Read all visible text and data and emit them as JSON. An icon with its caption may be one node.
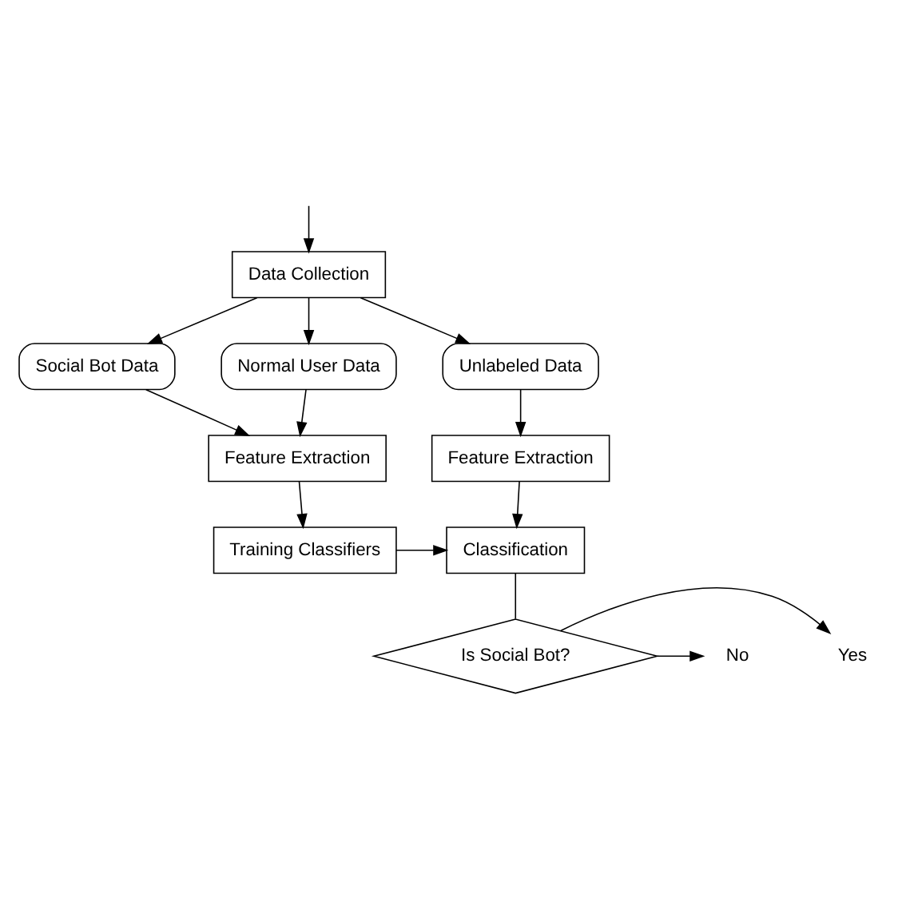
{
  "diagram": {
    "nodes": [
      {
        "text": [
          "Data Collection"
        ]
      },
      {
        "text": [
          "Social Bot Data"
        ]
      },
      {
        "text": [
          "Normal User Data"
        ]
      },
      {
        "text": [
          "Unlabeled Data"
        ]
      },
      {
        "text": [
          "Feature Extraction"
        ]
      },
      {
        "text": [
          "Training Classifiers"
        ]
      },
      {
        "text": [
          "Feature Extraction"
        ]
      },
      {
        "text": [
          "Classification"
        ]
      },
      {
        "text": [
          "Is Social Bot?"
        ]
      },
      {
        "text": [
          "Yes"
        ]
      },
      {
        "text": [
          "No"
        ]
      }
    ],
    "edges": [
      {
        "from": null,
        "to": 0,
        "arrow": "to"
      },
      {
        "from": 0,
        "to": 1,
        "arrow": "to"
      },
      {
        "from": 0,
        "to": 2,
        "arrow": "to"
      },
      {
        "from": 0,
        "to": 3,
        "arrow": "to"
      },
      {
        "from": 1,
        "to": 4,
        "arrow": "to"
      },
      {
        "from": 2,
        "to": 4,
        "arrow": "to"
      },
      {
        "from": 4,
        "to": 5,
        "arrow": "to"
      },
      {
        "from": 3,
        "to": 6,
        "arrow": "to"
      },
      {
        "from": 6,
        "to": 7,
        "arrow": "to"
      },
      {
        "from": 5,
        "to": 7,
        "arrow": "to"
      },
      {
        "from": 7,
        "to": 8,
        "arrow": "none"
      },
      {
        "from": 8,
        "to": 9,
        "arrow": "to"
      },
      {
        "from": 8,
        "to": 10,
        "arrow": "to"
      }
    ]
  }
}
